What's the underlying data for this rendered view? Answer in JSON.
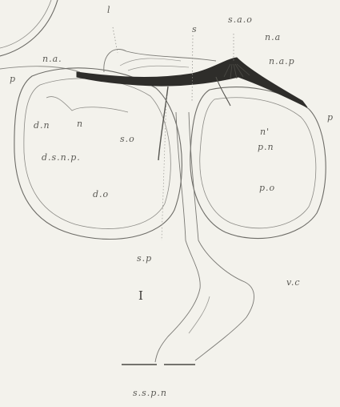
{
  "figure": {
    "number": "I",
    "labels": {
      "l": "l",
      "s": "s",
      "s_a_o": "s.a.o",
      "n_a_top": "n.a",
      "n_a_left": "n.a.",
      "n_a_p": "n.a.p",
      "p_top_left": "p",
      "p_right": "p",
      "d_n": "d.n",
      "n_small": "n",
      "d_s_n_p": "d.s.n.p.",
      "s_o": "s.o",
      "d_o": "d.o",
      "n": "n'",
      "p_n": "p.n",
      "p_o": "p.o",
      "s_p": "s.p",
      "v_c": "v.c",
      "s_s_p_n": "s.s.p.n"
    }
  }
}
